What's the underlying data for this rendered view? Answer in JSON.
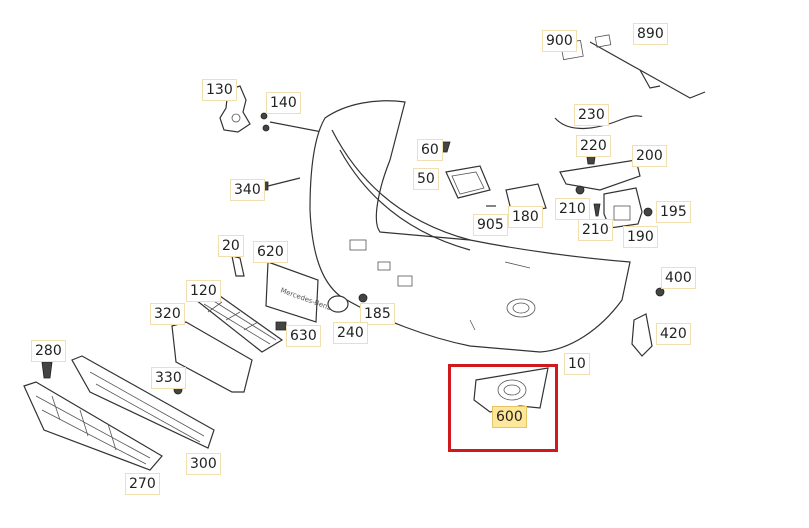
{
  "diagram": {
    "part_labels": [
      {
        "id": "900",
        "text": "900"
      },
      {
        "id": "890",
        "text": "890"
      },
      {
        "id": "130",
        "text": "130"
      },
      {
        "id": "140",
        "text": "140"
      },
      {
        "id": "230",
        "text": "230"
      },
      {
        "id": "60",
        "text": "60"
      },
      {
        "id": "220",
        "text": "220"
      },
      {
        "id": "200",
        "text": "200"
      },
      {
        "id": "50",
        "text": "50"
      },
      {
        "id": "340",
        "text": "340"
      },
      {
        "id": "210a",
        "text": "210"
      },
      {
        "id": "195",
        "text": "195"
      },
      {
        "id": "180",
        "text": "180"
      },
      {
        "id": "905",
        "text": "905"
      },
      {
        "id": "210b",
        "text": "210"
      },
      {
        "id": "190",
        "text": "190"
      },
      {
        "id": "20",
        "text": "20"
      },
      {
        "id": "620",
        "text": "620"
      },
      {
        "id": "400",
        "text": "400"
      },
      {
        "id": "120",
        "text": "120"
      },
      {
        "id": "185",
        "text": "185"
      },
      {
        "id": "320",
        "text": "320"
      },
      {
        "id": "630",
        "text": "630"
      },
      {
        "id": "240",
        "text": "240"
      },
      {
        "id": "420",
        "text": "420"
      },
      {
        "id": "280",
        "text": "280"
      },
      {
        "id": "10",
        "text": "10"
      },
      {
        "id": "330",
        "text": "330"
      },
      {
        "id": "600",
        "text": "600",
        "highlighted": true
      },
      {
        "id": "300",
        "text": "300"
      },
      {
        "id": "270",
        "text": "270"
      }
    ],
    "highlight_color": "#ffe79a",
    "callout_color": "#d0191c"
  }
}
